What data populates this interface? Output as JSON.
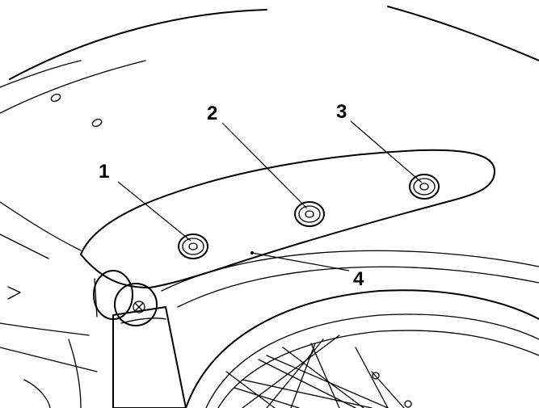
{
  "callouts": [
    {
      "label": "1",
      "part": "bolt"
    },
    {
      "label": "2",
      "part": "bolt"
    },
    {
      "label": "3",
      "part": "bolt"
    },
    {
      "label": "4",
      "part": "mudguard-cover"
    }
  ],
  "colors": {
    "line": "#000000",
    "background": "#ffffff",
    "fill": "#ffffff"
  }
}
